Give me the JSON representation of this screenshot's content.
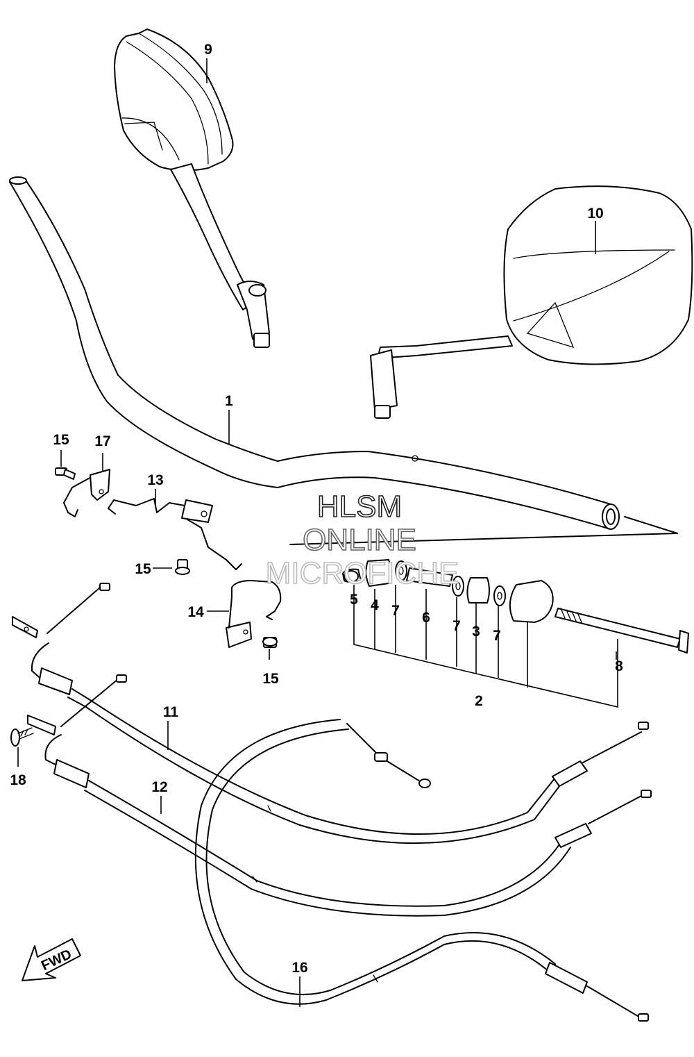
{
  "watermark": {
    "line1": "HLSM",
    "line2": "ONLINE",
    "line3": "MICROFICHE",
    "colors": {
      "line1": "#222222",
      "line2": "#666666",
      "line3": "#bbbbbb"
    }
  },
  "direction_marker": {
    "label": "FWD"
  },
  "callouts": {
    "c1": "1",
    "c2": "2",
    "c3": "3",
    "c4": "4",
    "c5": "5",
    "c6": "6",
    "c7a": "7",
    "c7b": "7",
    "c7c": "7",
    "c8": "8",
    "c9": "9",
    "c10": "10",
    "c11": "11",
    "c12": "12",
    "c13": "13",
    "c14": "14",
    "c15a": "15",
    "c15b": "15",
    "c15c": "15",
    "c16": "16",
    "c17": "17",
    "c18": "18"
  },
  "parts": {
    "handlebar": "handlebar-icon",
    "mirror_left": "mirror-icon",
    "mirror_right": "mirror-icon",
    "balancer": "balancer-weight-icon",
    "cable": "cable-icon",
    "bracket": "bracket-icon",
    "screw": "screw-icon"
  },
  "colors": {
    "line": "#000000",
    "background": "#ffffff"
  }
}
